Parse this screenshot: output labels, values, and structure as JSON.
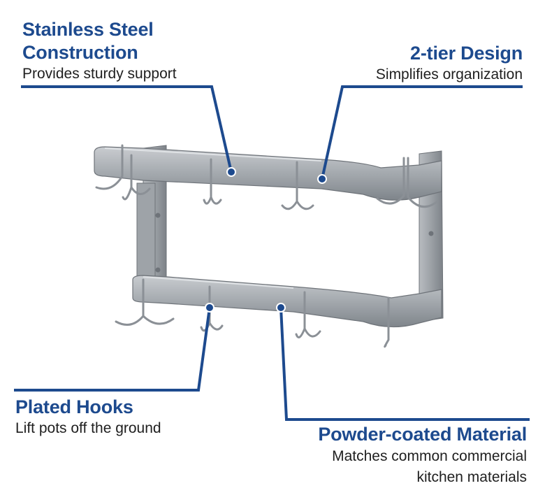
{
  "callouts": [
    {
      "title": "Stainless Steel",
      "title_line2": "Construction",
      "desc": "Provides sturdy support"
    },
    {
      "title": "2-tier Design",
      "desc": "Simplifies organization"
    },
    {
      "title": "Plated Hooks",
      "desc": "Lift pots off the ground"
    },
    {
      "title": "Powder-coated Material",
      "desc": "Matches common commercial",
      "desc_line2": "kitchen materials"
    }
  ],
  "colors": {
    "accent": "#1d4a8e",
    "steel": "#a9aeb3",
    "text": "#1f1f1f"
  },
  "product": "pot-rack-icon"
}
